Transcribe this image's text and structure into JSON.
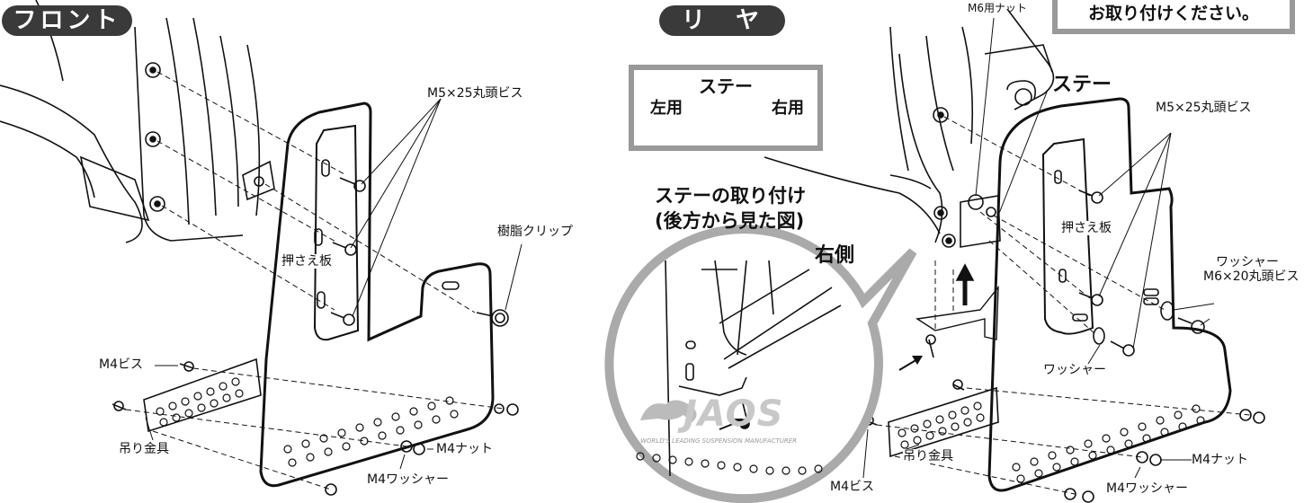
{
  "sections": {
    "front_title": "フロント",
    "rear_title": "リ　ヤ"
  },
  "front": {
    "screw_m5": "M5×25丸頭ビス",
    "press_plate": "押さえ板",
    "resin_clip": "樹脂クリップ",
    "screw_m4": "M4ビス",
    "hanger": "吊り金具",
    "nut_m4": "M4ナット",
    "washer_m4": "M4ワッシャー"
  },
  "rear": {
    "m6_nut": "M6用ナット",
    "note": "お取り付けください。",
    "stay_box_title": "ステー",
    "stay_left": "左用",
    "stay_right": "右用",
    "stay_label": "ステー",
    "stay_install_title": "ステーの取り付け",
    "stay_install_sub": "(後方から見た図)",
    "right_side": "右側",
    "screw_m5": "M5×25丸頭ビス",
    "press_plate": "押さえ板",
    "washer1": "ワッシャー",
    "screw_m6": "M6×20丸頭ビス",
    "washer2": "ワッシャー",
    "screw_m4": "M4ビス",
    "hanger": "吊り金具",
    "nut_m4": "M4ナット",
    "washer_m4": "M4ワッシャー"
  },
  "logo": {
    "brand": "JAOS",
    "tagline": "WORLD'S LEADING SUSPENSION MANUFACTURER"
  }
}
